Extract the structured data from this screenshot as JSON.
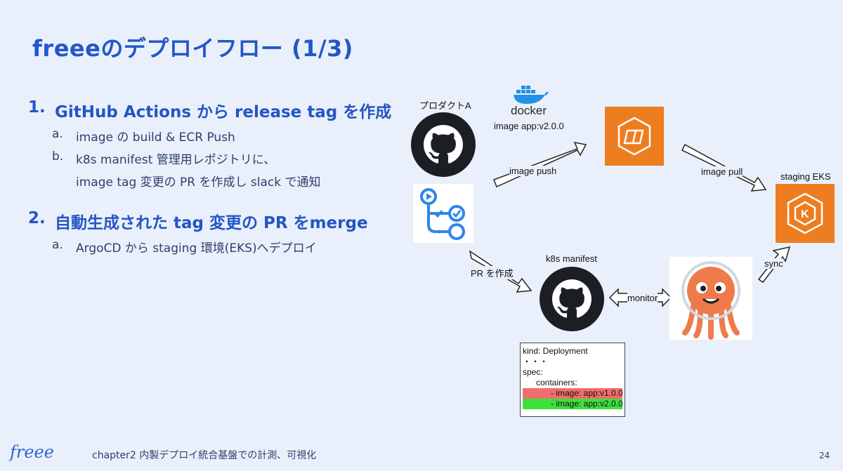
{
  "title": "freeeのデプロイフロー (1/3)",
  "steps": [
    {
      "num": "1.",
      "heading": "GitHub Actions から release tag を作成",
      "subs": [
        {
          "marker": "a.",
          "text": "image の build & ECR Push"
        },
        {
          "marker": "b.",
          "text": "k8s manifest 管理用レポジトリに、",
          "text2": "image tag 変更の PR を作成し slack で通知"
        }
      ]
    },
    {
      "num": "2.",
      "heading": "自動生成された  tag 変更の  PR をmerge",
      "subs": [
        {
          "marker": "a.",
          "text": "ArgoCD から staging 環境(EKS)へデプロイ"
        }
      ]
    }
  ],
  "diagram": {
    "product_label": "プロダクトA",
    "docker_label": "docker",
    "docker_image": "image app:v2.0.0",
    "image_push": "image push",
    "image_pull": "image pull",
    "staging_eks": "staging EKS",
    "pr_create": "PR を作成",
    "k8s_manifest": "k8s manifest",
    "monitor": "monitor",
    "sync": "sync",
    "manifest_lines": {
      "kind": "kind: Deployment",
      "dots": "・・・",
      "spec": "spec:",
      "containers": "containers:",
      "old_image": "- image: app:v1.0.0",
      "new_image": "- image: app:v2.0.0"
    },
    "colors": {
      "aws_orange": "#ee7d20",
      "removed": "#f26d6d",
      "added": "#3ee03e",
      "github": "#1b1f23"
    }
  },
  "footer": {
    "logo": "freee",
    "text": "chapter2 内製デプロイ統合基盤での計測、可視化",
    "page": "24"
  }
}
